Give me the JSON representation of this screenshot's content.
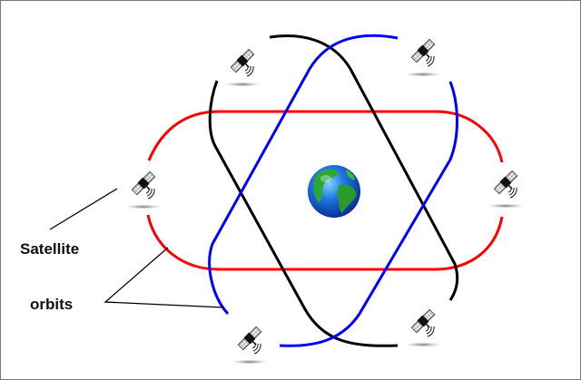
{
  "diagram": {
    "title": "Satellite orbits around Earth",
    "center": "earth",
    "labels": {
      "satellite": "Satellite",
      "orbits": "orbits"
    },
    "orbits": [
      {
        "name": "red-orbit",
        "color": "#ff0000",
        "orientation": "horizontal"
      },
      {
        "name": "black-orbit",
        "color": "#000000",
        "orientation": "tilted-left"
      },
      {
        "name": "blue-orbit",
        "color": "#0000ff",
        "orientation": "tilted-right"
      }
    ],
    "satellites": [
      {
        "name": "satellite-top-left"
      },
      {
        "name": "satellite-top-right"
      },
      {
        "name": "satellite-left"
      },
      {
        "name": "satellite-right"
      },
      {
        "name": "satellite-bottom-left"
      },
      {
        "name": "satellite-bottom-right"
      }
    ],
    "icons": {
      "earth": "globe-icon",
      "satellite": "satellite-icon"
    }
  }
}
